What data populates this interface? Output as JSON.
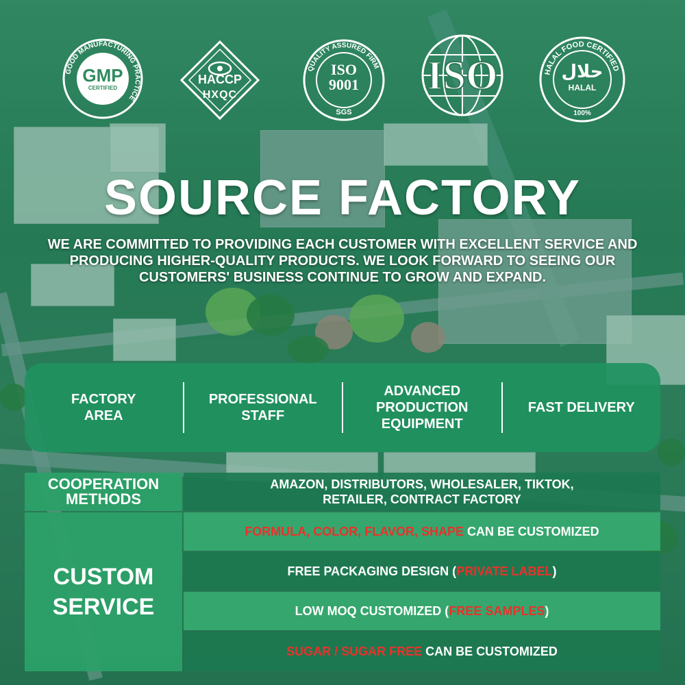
{
  "badges": {
    "gmp": {
      "main": "GMP",
      "sub": "CERTIFIED",
      "ring": "GOOD MANUFACTURING PRACTICE"
    },
    "haccp": {
      "main": "HACCP",
      "sub": "HXQC"
    },
    "iso9001": {
      "main": "ISO",
      "sub": "9001",
      "ring": "QUALITY ASSURED FIRM",
      "footer": "SGS"
    },
    "iso": {
      "main": "ISO"
    },
    "halal": {
      "main": "حلال",
      "sub": "HALAL",
      "ring": "HALAL FOOD CERTIFIED",
      "footer": "100%"
    }
  },
  "hero": {
    "title": "SOURCE FACTORY",
    "subtitle": "WE ARE COMMITTED TO PROVIDING EACH CUSTOMER WITH EXCELLENT SERVICE AND PRODUCING HIGHER-QUALITY PRODUCTS. WE LOOK FORWARD TO SEEING OUR CUSTOMERS' BUSINESS CONTINUE TO GROW AND EXPAND."
  },
  "features": [
    {
      "line1": "FACTORY",
      "line2": "AREA"
    },
    {
      "line1": "PROFESSIONAL",
      "line2": "STAFF"
    },
    {
      "line1": "ADVANCED",
      "line2": "PRODUCTION",
      "line3": "EQUIPMENT"
    },
    {
      "line1": "FAST DELIVERY"
    }
  ],
  "table": {
    "cooperation": {
      "label1": "COOPERATION",
      "label2": "METHODS",
      "value1": "AMAZON, DISTRIBUTORS, WHOLESALER, TIKTOK,",
      "value2": "RETAILER, CONTRACT FACTORY"
    },
    "custom": {
      "label1": "CUSTOM",
      "label2": "SERVICE",
      "rows": [
        {
          "red": "FORMULA, COLOR, FLAVOR, SHAPE",
          "tail": " CAN BE CUSTOMIZED"
        },
        {
          "head": "FREE PACKAGING DESIGN (",
          "red": "PRIVATE LABEL",
          "tail": ")"
        },
        {
          "head": "LOW MOQ CUSTOMIZED (",
          "red": "FREE SAMPLES",
          "tail": ")"
        },
        {
          "red": "SUGAR / SUGAR FREE",
          "tail": " CAN BE CUSTOMIZED"
        }
      ]
    }
  },
  "colors": {
    "accent_green": "#20915F",
    "highlight_red": "#E8322B"
  }
}
